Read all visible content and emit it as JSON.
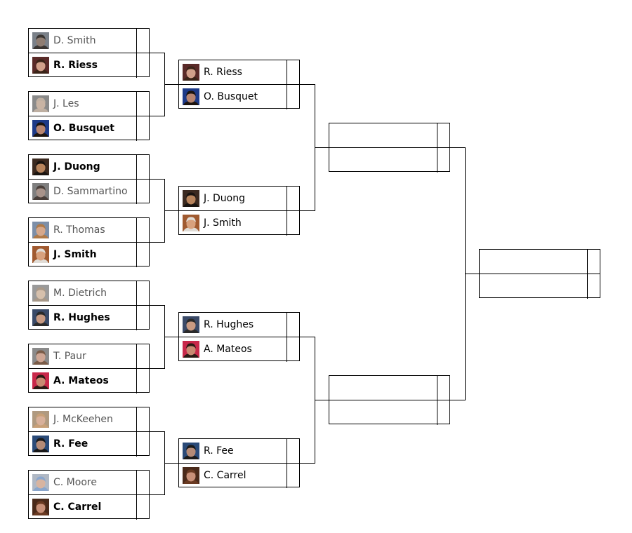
{
  "colors": {
    "line": "#000000",
    "loser_text": "#555555",
    "text": "#000000"
  },
  "rounds": [
    {
      "matches": [
        {
          "players": [
            {
              "name": "D. Smith",
              "state": "loser",
              "avatar": {
                "skin": "#8f7d72",
                "hair": "#3a3532",
                "bg": "#7a8088"
              }
            },
            {
              "name": "R. Riess",
              "state": "winner",
              "avatar": {
                "skin": "#d2a08a",
                "hair": "#3b2418",
                "bg": "#5a2a28"
              }
            }
          ]
        },
        {
          "players": [
            {
              "name": "J. Les",
              "state": "loser",
              "avatar": {
                "skin": "#c9b4a4",
                "hair": "#bfb0a2",
                "bg": "#8a8a8a"
              }
            },
            {
              "name": "O. Busquet",
              "state": "winner",
              "avatar": {
                "skin": "#b88570",
                "hair": "#1d1510",
                "bg": "#1e3a88"
              }
            }
          ]
        },
        {
          "players": [
            {
              "name": "J. Duong",
              "state": "winner",
              "avatar": {
                "skin": "#b8845c",
                "hair": "#1a1410",
                "bg": "#3c2a20"
              }
            },
            {
              "name": "D. Sammartino",
              "state": "loser",
              "avatar": {
                "skin": "#a8938a",
                "hair": "#4a3f3a",
                "bg": "#7f7f7f"
              }
            }
          ]
        },
        {
          "players": [
            {
              "name": "R. Thomas",
              "state": "loser",
              "avatar": {
                "skin": "#d6a88c",
                "hair": "#b07a48",
                "bg": "#7d8fa8"
              }
            },
            {
              "name": "J. Smith",
              "state": "winner",
              "avatar": {
                "skin": "#d8a17d",
                "hair": "#e0dcd6",
                "bg": "#a05a30"
              }
            }
          ]
        },
        {
          "players": [
            {
              "name": "M. Dietrich",
              "state": "loser",
              "avatar": {
                "skin": "#d6c0ac",
                "hair": "#a89888",
                "bg": "#9a9a9a"
              }
            },
            {
              "name": "R. Hughes",
              "state": "winner",
              "avatar": {
                "skin": "#c89a82",
                "hair": "#2a2a2a",
                "bg": "#3a4a68"
              }
            }
          ]
        },
        {
          "players": [
            {
              "name": "T. Paur",
              "state": "loser",
              "avatar": {
                "skin": "#cfa694",
                "hair": "#7a5c48",
                "bg": "#8a8a8a"
              }
            },
            {
              "name": "A. Mateos",
              "state": "winner",
              "avatar": {
                "skin": "#c88a72",
                "hair": "#2a1a14",
                "bg": "#c8284a"
              }
            }
          ]
        },
        {
          "players": [
            {
              "name": "J. McKeehen",
              "state": "loser",
              "avatar": {
                "skin": "#d8b09a",
                "hair": "#c8a078",
                "bg": "#b09a80"
              }
            },
            {
              "name": "R. Fee",
              "state": "winner",
              "avatar": {
                "skin": "#b48a76",
                "hair": "#1a1a1a",
                "bg": "#2a4a78"
              }
            }
          ]
        },
        {
          "players": [
            {
              "name": "C. Moore",
              "state": "loser",
              "avatar": {
                "skin": "#d8b4a0",
                "hair": "#8aa6cc",
                "bg": "#b0b8c4"
              }
            },
            {
              "name": "C. Carrel",
              "state": "winner",
              "avatar": {
                "skin": "#c89078",
                "hair": "#6a3a22",
                "bg": "#4a2a1a"
              }
            }
          ]
        }
      ]
    },
    {
      "matches": [
        {
          "players": [
            {
              "name": "R. Riess",
              "state": "normal",
              "avatar": {
                "skin": "#d2a08a",
                "hair": "#3b2418",
                "bg": "#5a2a28"
              }
            },
            {
              "name": "O. Busquet",
              "state": "normal",
              "avatar": {
                "skin": "#b88570",
                "hair": "#1d1510",
                "bg": "#1e3a88"
              }
            }
          ]
        },
        {
          "players": [
            {
              "name": "J. Duong",
              "state": "normal",
              "avatar": {
                "skin": "#b8845c",
                "hair": "#1a1410",
                "bg": "#3c2a20"
              }
            },
            {
              "name": "J. Smith",
              "state": "normal",
              "avatar": {
                "skin": "#d8a17d",
                "hair": "#e0dcd6",
                "bg": "#a05a30"
              }
            }
          ]
        },
        {
          "players": [
            {
              "name": "R. Hughes",
              "state": "normal",
              "avatar": {
                "skin": "#c89a82",
                "hair": "#2a2a2a",
                "bg": "#3a4a68"
              }
            },
            {
              "name": "A. Mateos",
              "state": "normal",
              "avatar": {
                "skin": "#c88a72",
                "hair": "#2a1a14",
                "bg": "#c8284a"
              }
            }
          ]
        },
        {
          "players": [
            {
              "name": "R. Fee",
              "state": "normal",
              "avatar": {
                "skin": "#b48a76",
                "hair": "#1a1a1a",
                "bg": "#2a4a78"
              }
            },
            {
              "name": "C. Carrel",
              "state": "normal",
              "avatar": {
                "skin": "#c89078",
                "hair": "#6a3a22",
                "bg": "#4a2a1a"
              }
            }
          ]
        }
      ]
    },
    {
      "matches": [
        {
          "players": [
            {},
            {}
          ]
        },
        {
          "players": [
            {},
            {}
          ]
        }
      ]
    },
    {
      "matches": [
        {
          "players": [
            {},
            {}
          ]
        }
      ]
    }
  ]
}
